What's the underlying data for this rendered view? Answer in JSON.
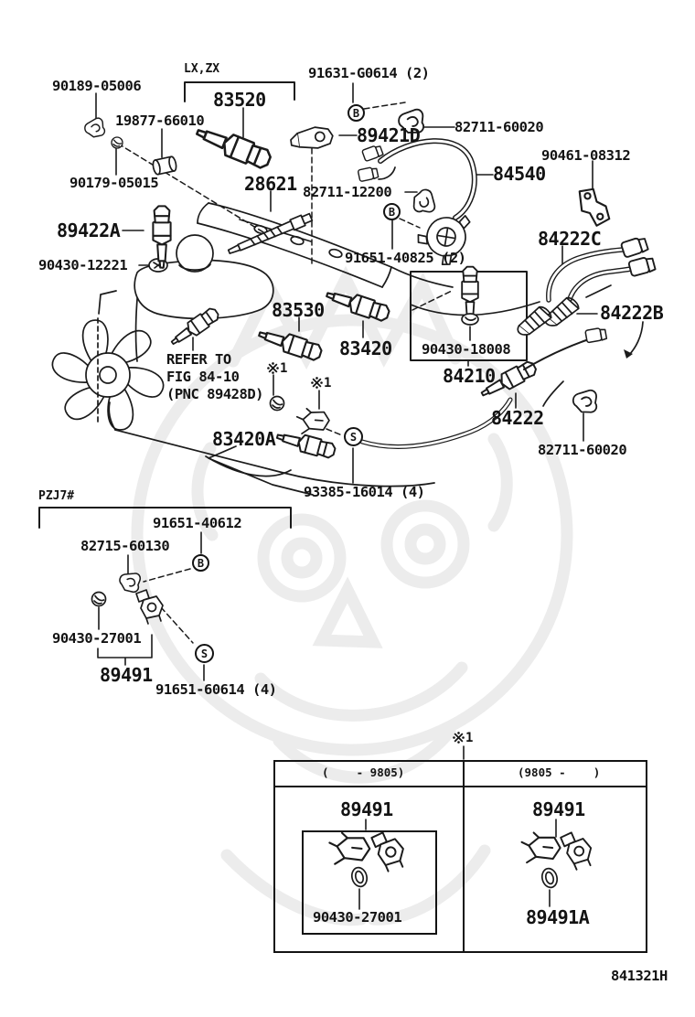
{
  "diagram": {
    "drawing_code": "841321H",
    "top_section_variant": "LX,ZX",
    "bottom_section_variant": "PZJ7#",
    "reference_note": [
      "REFER TO",
      "FIG 84-10",
      "(PNC 89428D)"
    ],
    "footnote_symbol": "※",
    "footnote_number": "1",
    "line_color": "#1b1b1b",
    "watermark_color": "#ececec"
  },
  "callouts": {
    "b": "B",
    "s": "S"
  },
  "part_labels": [
    {
      "text": "90189-05006"
    },
    {
      "text": "19877-66010"
    },
    {
      "text": "83520"
    },
    {
      "text": "91631-G0614 (2)"
    },
    {
      "text": "82711-60020"
    },
    {
      "text": "89421D"
    },
    {
      "text": "90461-08312"
    },
    {
      "text": "84540"
    },
    {
      "text": "82711-12200"
    },
    {
      "text": "28621"
    },
    {
      "text": "90179-05015"
    },
    {
      "text": "89422A"
    },
    {
      "text": "90430-12221"
    },
    {
      "text": "91651-40825 (2)"
    },
    {
      "text": "84222C"
    },
    {
      "text": "83530"
    },
    {
      "text": "83420"
    },
    {
      "text": "84222B"
    },
    {
      "text": "90430-18008"
    },
    {
      "text": "84210"
    },
    {
      "text": "84222"
    },
    {
      "text": "82711-60020"
    },
    {
      "text": "83420A"
    },
    {
      "text": "93385-16014 (4)"
    },
    {
      "text": "91651-40612"
    },
    {
      "text": "82715-60130"
    },
    {
      "text": "90430-27001"
    },
    {
      "text": "89491"
    },
    {
      "text": "91651-60614 (4)"
    }
  ],
  "table": {
    "header_left": "(    - 9805)",
    "header_right": "(9805 -    )",
    "col_left_part": "89491",
    "col_left_sub": "90430-27001",
    "col_right_part": "89491",
    "col_right_sub": "89491A"
  }
}
